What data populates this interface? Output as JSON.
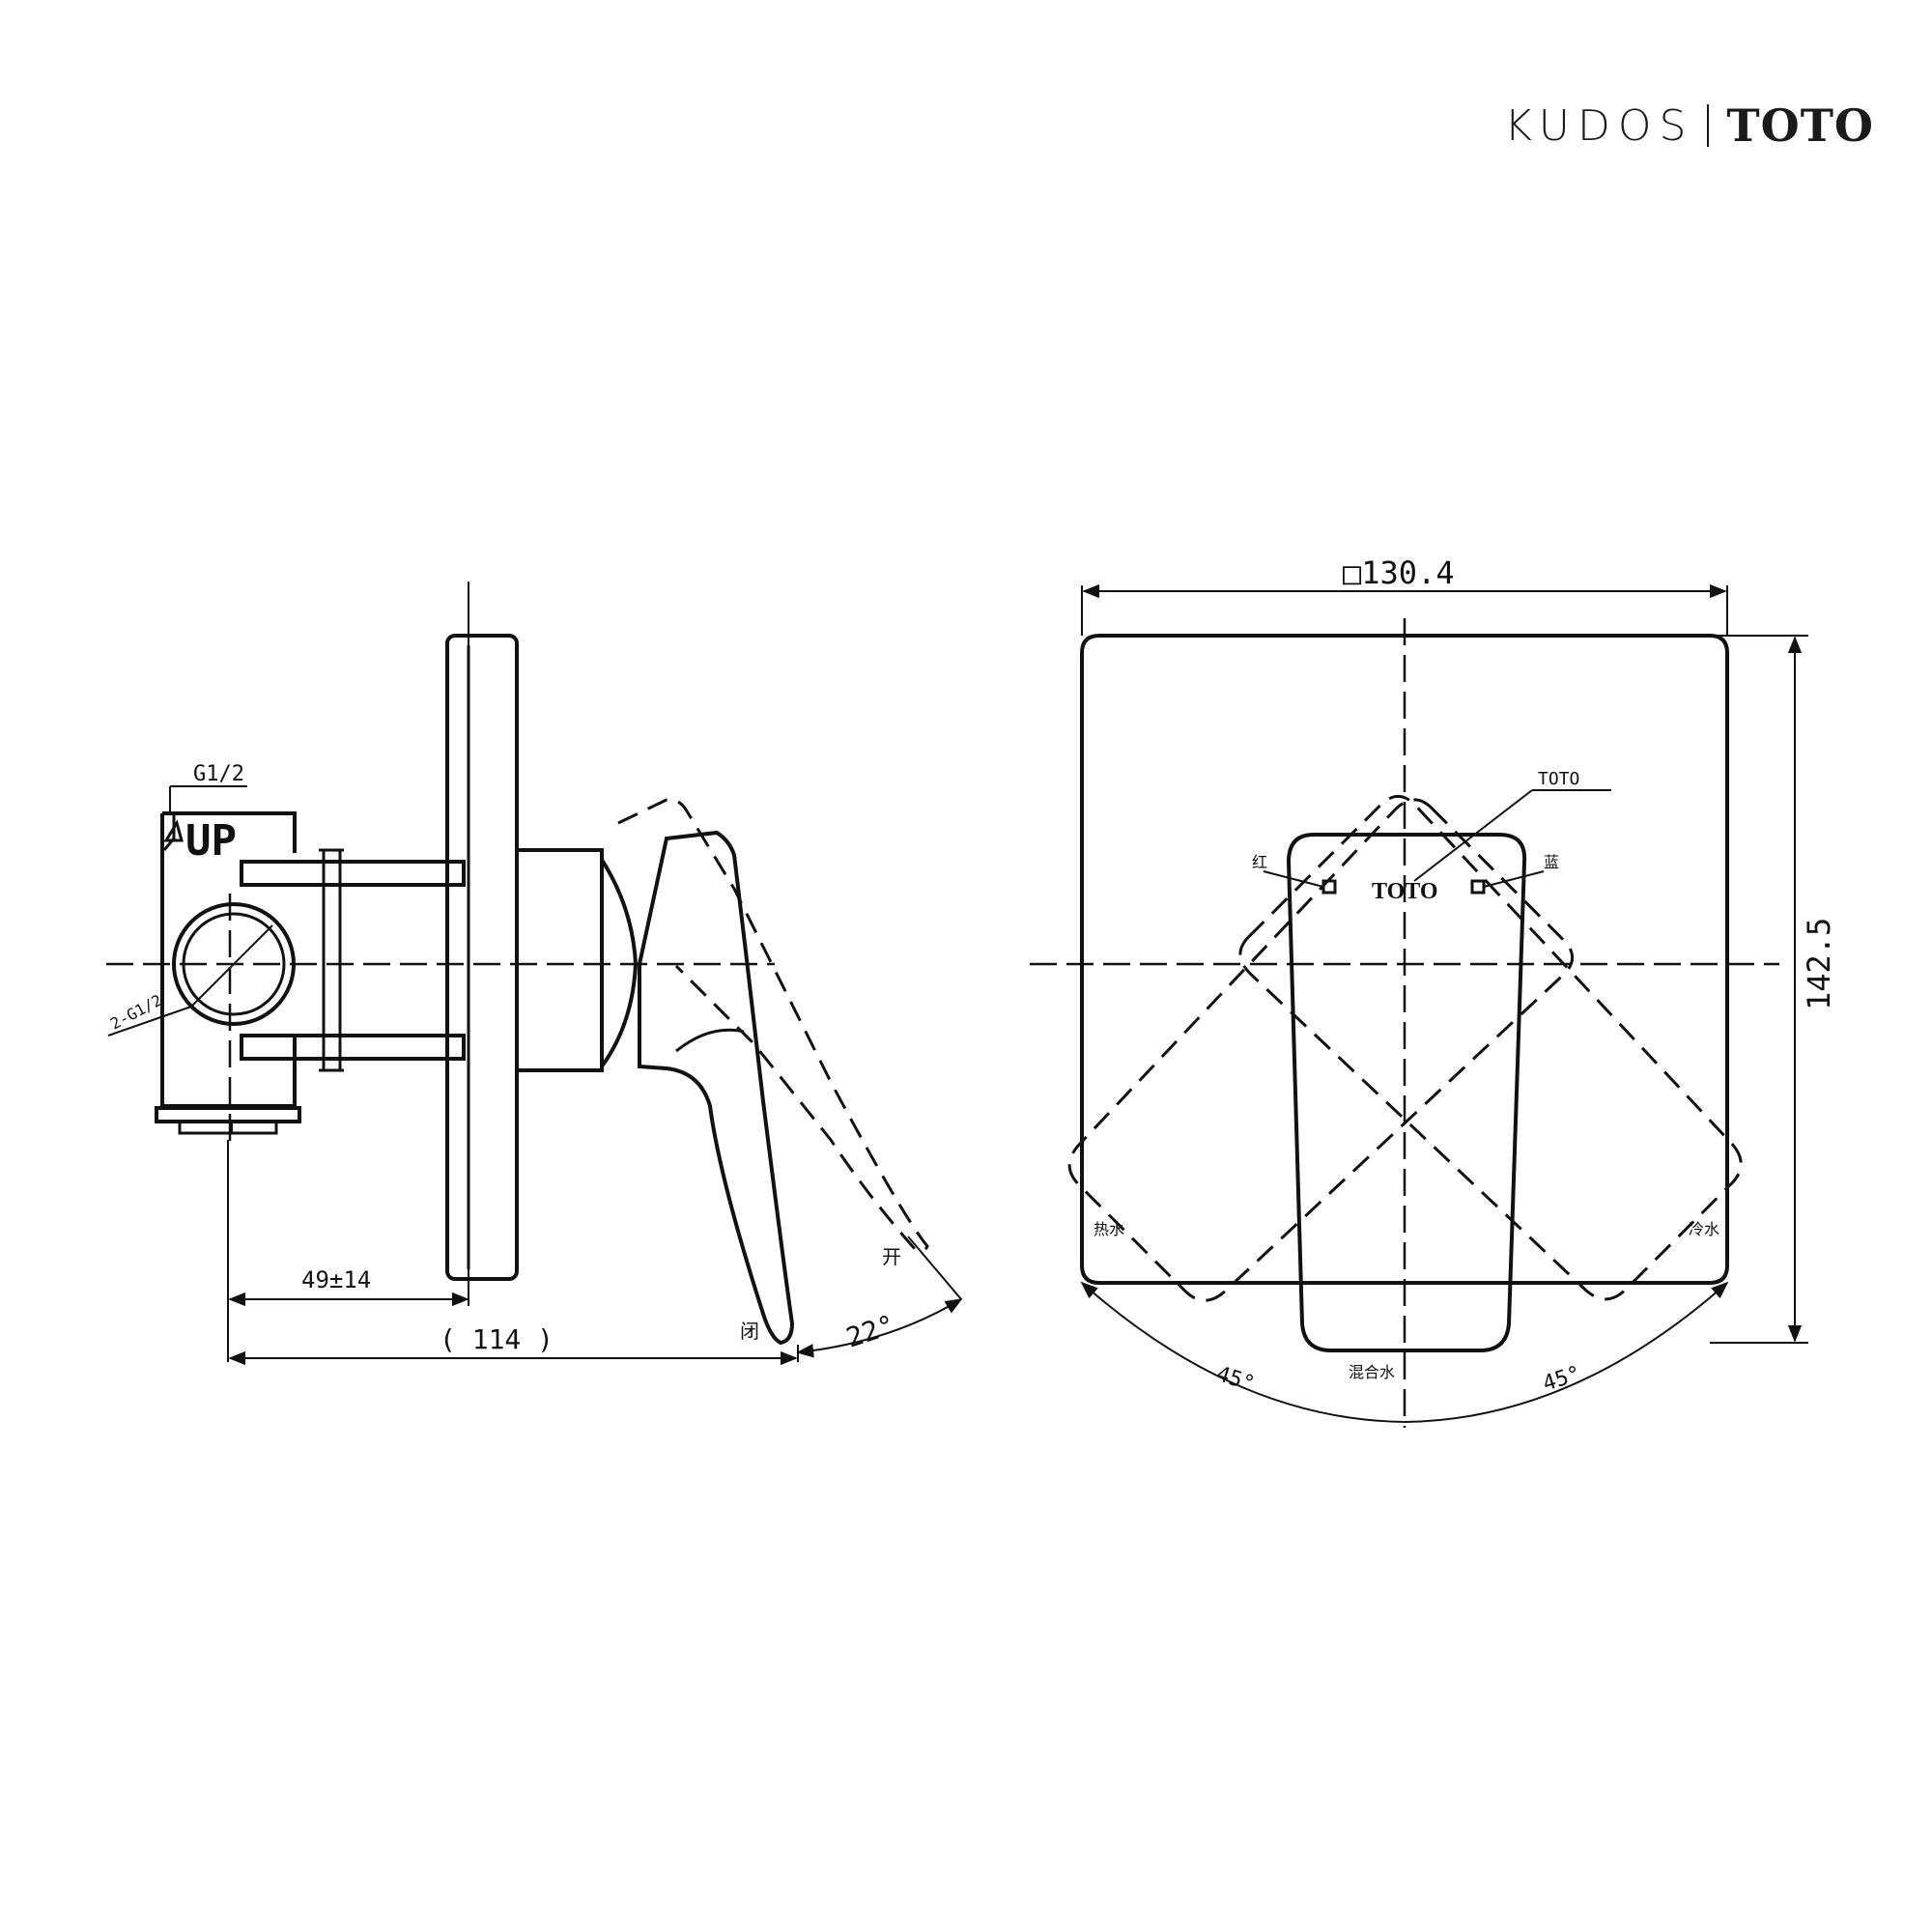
{
  "brand": {
    "left": "KUDOS",
    "right": "TOTO"
  },
  "side_view": {
    "inlet_thread": "G1/2",
    "up_mark": "UP",
    "outlet_thread": "2-G1/2",
    "wall_depth_dim": "49±14",
    "overall_depth_dim": "( 114 )",
    "open_label": "开",
    "closed_label": "闭",
    "lever_angle": "22°"
  },
  "front_view": {
    "width_dim": "□130.4",
    "height_dim": "142.5",
    "handle_logo": "TOTO",
    "logo_callout": "TOTO",
    "red_mark": "红",
    "blue_mark": "蓝",
    "hot_label": "热水",
    "cold_label": "冷水",
    "mixed_label": "混合水",
    "left_angle": "45°",
    "right_angle": "45°"
  }
}
